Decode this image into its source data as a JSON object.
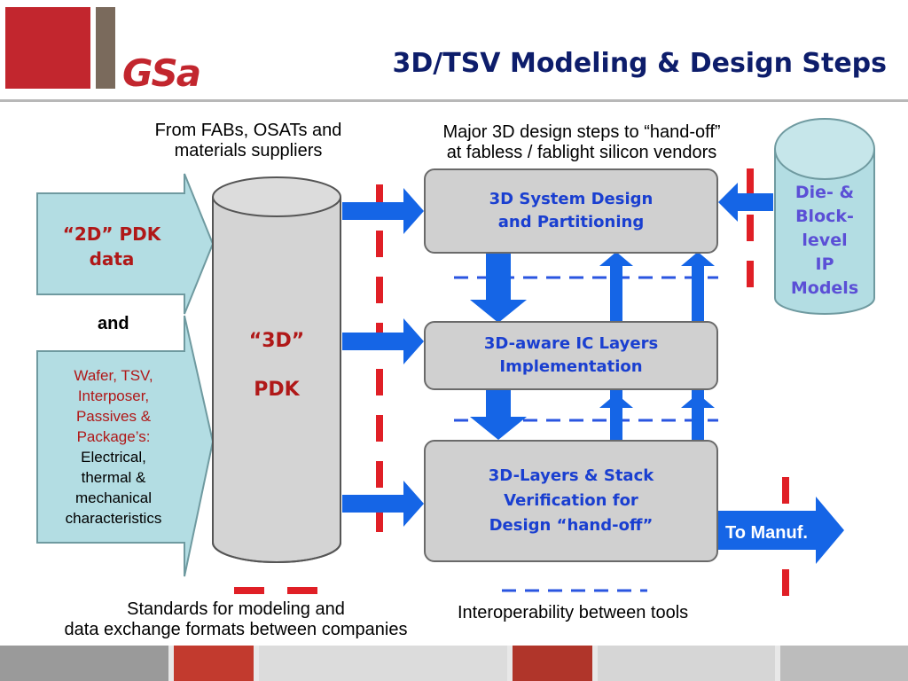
{
  "header": {
    "title": "3D/TSV Modeling & Design Steps",
    "logo_text": "GSa"
  },
  "captions": {
    "top_left_line1": "From FABs, OSATs and",
    "top_left_line2": "materials suppliers",
    "top_right_line1": "Major 3D design steps to “hand-off”",
    "top_right_line2": "at fabless / fablight silicon vendors",
    "bottom_left_line1": "Standards for modeling and",
    "bottom_left_line2": "data exchange formats between companies",
    "bottom_right": "Interoperability between tools",
    "and_label": "and"
  },
  "inputs": {
    "pdk_2d_line1": "“2D” PDK",
    "pdk_2d_line2": "data",
    "wafer_red": [
      "Wafer, TSV,",
      "Interposer,",
      "Passives &",
      "Package’s:"
    ],
    "wafer_black": [
      "Electrical,",
      "thermal &",
      "mechanical",
      "characteristics"
    ]
  },
  "pdk_3d": {
    "line1": "“3D”",
    "line2": "PDK"
  },
  "steps": [
    {
      "line1": "3D System Design",
      "line2": "and Partitioning"
    },
    {
      "line1": "3D-aware IC Layers",
      "line2": "Implementation"
    },
    {
      "line1": "3D-Layers & Stack",
      "line2": "Verification for",
      "line3": "Design “hand-off”"
    }
  ],
  "ip_models": [
    "Die- &",
    "Block-",
    "level",
    "IP",
    "Models"
  ],
  "output_label": "To Manuf.",
  "colors": {
    "title": "#0d1d6b",
    "brand_red": "#c2262e",
    "step_text": "#1a3fd0",
    "arrow_blue": "#1565e6",
    "input_fill": "#b3dde3",
    "dash_red": "#e01f26",
    "dash_blue": "#2a55e0"
  }
}
